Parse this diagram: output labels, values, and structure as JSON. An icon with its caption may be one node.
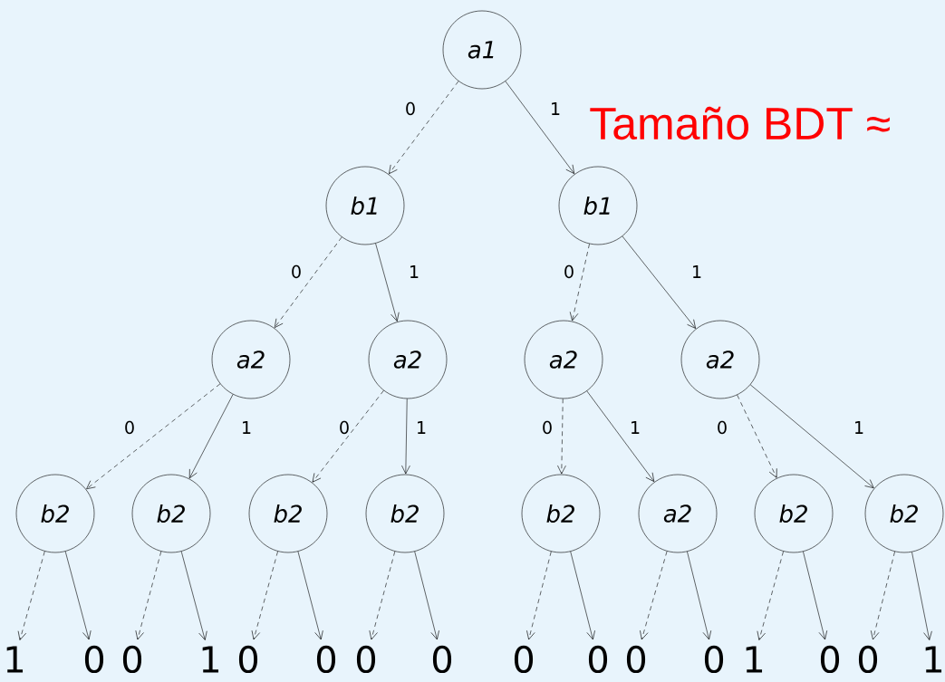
{
  "diagram": {
    "nodes": [
      {
        "text": [
          "a1"
        ]
      },
      {
        "text": [
          "b1"
        ]
      },
      {
        "text": [
          "b1"
        ]
      },
      {
        "text": [
          "a2"
        ]
      },
      {
        "text": [
          "a2"
        ]
      },
      {
        "text": [
          "a2"
        ]
      },
      {
        "text": [
          "a2"
        ]
      },
      {
        "text": [
          "b2"
        ]
      },
      {
        "text": [
          "b2"
        ]
      },
      {
        "text": [
          "b2"
        ]
      },
      {
        "text": [
          "b2"
        ]
      },
      {
        "text": [
          "b2"
        ]
      },
      {
        "text": [
          "a2"
        ]
      },
      {
        "text": [
          "b2"
        ]
      },
      {
        "text": [
          "b2"
        ]
      },
      {
        "text": [
          "1"
        ]
      },
      {
        "text": [
          "0"
        ]
      },
      {
        "text": [
          "0"
        ]
      },
      {
        "text": [
          "1"
        ]
      },
      {
        "text": [
          "0"
        ]
      },
      {
        "text": [
          "0"
        ]
      },
      {
        "text": [
          "0"
        ]
      },
      {
        "text": [
          "0"
        ]
      },
      {
        "text": [
          "0"
        ]
      },
      {
        "text": [
          "0"
        ]
      },
      {
        "text": [
          "0"
        ]
      },
      {
        "text": [
          "0"
        ]
      },
      {
        "text": [
          "1"
        ]
      },
      {
        "text": [
          "0"
        ]
      },
      {
        "text": [
          "0"
        ]
      },
      {
        "text": [
          "1"
        ]
      }
    ],
    "edges": [
      {
        "from": 0,
        "to": 1,
        "arrow": "to",
        "style": "dashed",
        "label": "0"
      },
      {
        "from": 0,
        "to": 2,
        "arrow": "to",
        "label": "1"
      },
      {
        "from": 1,
        "to": 3,
        "arrow": "to",
        "style": "dashed",
        "label": "0"
      },
      {
        "from": 1,
        "to": 4,
        "arrow": "to",
        "label": "1"
      },
      {
        "from": 2,
        "to": 5,
        "arrow": "to",
        "style": "dashed",
        "label": "0"
      },
      {
        "from": 2,
        "to": 6,
        "arrow": "to",
        "label": "1"
      },
      {
        "from": 3,
        "to": 7,
        "arrow": "to",
        "style": "dashed",
        "label": "0"
      },
      {
        "from": 3,
        "to": 8,
        "arrow": "to",
        "label": "1"
      },
      {
        "from": 4,
        "to": 9,
        "arrow": "to",
        "style": "dashed",
        "label": "0"
      },
      {
        "from": 4,
        "to": 10,
        "arrow": "to",
        "label": "1"
      },
      {
        "from": 5,
        "to": 11,
        "arrow": "to",
        "style": "dashed",
        "label": "0"
      },
      {
        "from": 5,
        "to": 12,
        "arrow": "to",
        "label": "1"
      },
      {
        "from": 6,
        "to": 13,
        "arrow": "to",
        "style": "dashed",
        "label": "0"
      },
      {
        "from": 6,
        "to": 14,
        "arrow": "to",
        "label": "1"
      },
      {
        "from": 7,
        "to": 15,
        "arrow": "to",
        "style": "dashed"
      },
      {
        "from": 7,
        "to": 16,
        "arrow": "to"
      },
      {
        "from": 8,
        "to": 17,
        "arrow": "to",
        "style": "dashed"
      },
      {
        "from": 8,
        "to": 18,
        "arrow": "to"
      },
      {
        "from": 9,
        "to": 19,
        "arrow": "to",
        "style": "dashed"
      },
      {
        "from": 9,
        "to": 20,
        "arrow": "to"
      },
      {
        "from": 10,
        "to": 21,
        "arrow": "to",
        "style": "dashed"
      },
      {
        "from": 10,
        "to": 22,
        "arrow": "to"
      },
      {
        "from": 11,
        "to": 23,
        "arrow": "to",
        "style": "dashed"
      },
      {
        "from": 11,
        "to": 24,
        "arrow": "to"
      },
      {
        "from": 12,
        "to": 25,
        "arrow": "to",
        "style": "dashed"
      },
      {
        "from": 12,
        "to": 26,
        "arrow": "to"
      },
      {
        "from": 13,
        "to": 27,
        "arrow": "to",
        "style": "dashed"
      },
      {
        "from": 13,
        "to": 28,
        "arrow": "to"
      },
      {
        "from": 14,
        "to": 29,
        "arrow": "to",
        "style": "dashed"
      },
      {
        "from": 14,
        "to": 30,
        "arrow": "to"
      }
    ],
    "labels": [
      "Tamaño BDT ≈"
    ]
  }
}
